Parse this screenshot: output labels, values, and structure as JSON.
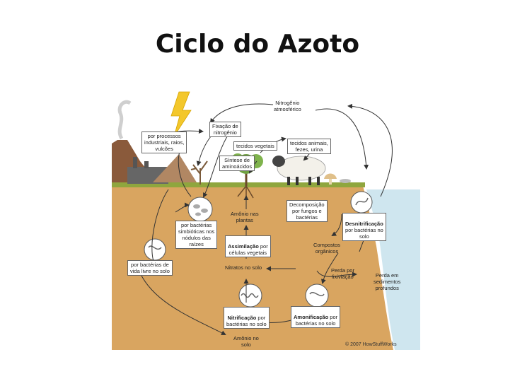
{
  "title": "Ciclo do Azoto",
  "colors": {
    "sky": "#ffffff",
    "soil": "#d9a65c",
    "soil_dark": "#c48d45",
    "grass": "#8aa63a",
    "water": "#c9e4ee",
    "arrow": "#333333"
  },
  "labels": {
    "nitrogen_atm": "Nitrogênio\natmosférico",
    "fixation": "Fixação de\nnitrogênio",
    "industrial": "por processos\nindustriais, raios,\nvulcões",
    "plant_tissue": "tecidos vegetais",
    "animal_tissue": "tecidos animais,\nfezes, urina",
    "amino_synthesis": "Síntese de\naminoácidos",
    "decomposition": "Decomposição\npor fungos e\nbactérias",
    "denitrification_bold": "Desnitrificação",
    "denitrification_rest": "\npor bactérias no\nsolo",
    "symbiotic": "por bactérias\nsimbióticas nos\nnódulos das\nraízes",
    "ammonium_plants": "Amônio nas\nplantas",
    "assimilation_bold": "Assimilação",
    "assimilation_rest": " por\ncélulas vegetais",
    "organic_compounds": "Compostos\norgânicos",
    "free_living": "por bactérias de\nvida livre no solo",
    "nitrates": "Nitratos no solo",
    "leaching": "Perda por\nlixiviação",
    "sediment_loss": "Perda em\nsedimentos\nprofundos",
    "nitrification_bold": "Nitrificação",
    "nitrification_rest": " por\nbactérias no solo",
    "ammonification_bold": "Amonificação",
    "ammonification_rest": " por\nbactérias no solo",
    "ammonium_soil": "Amônio no\nsolo",
    "copyright": "© 2007 HowStuffWorks"
  }
}
